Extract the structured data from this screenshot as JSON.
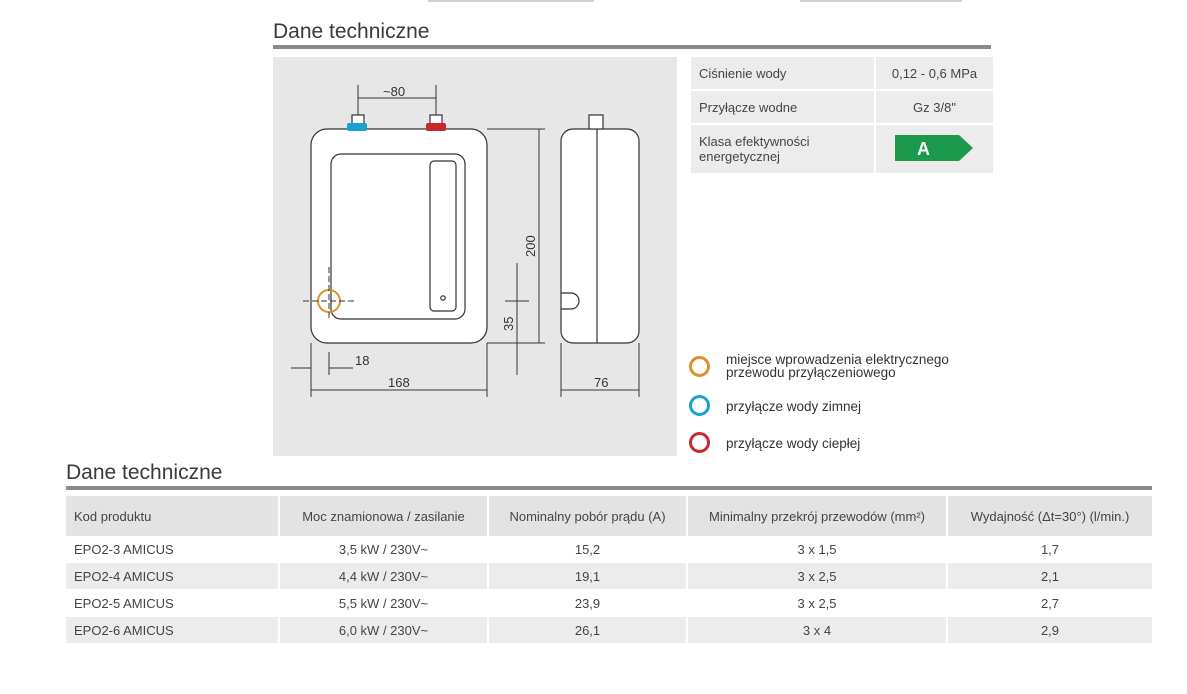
{
  "section1_title": "Dane techniczne",
  "section2_title": "Dane techniczne",
  "diagram": {
    "dim_width_top": "~80",
    "dim_height": "200",
    "dim_35": "35",
    "dim_18": "18",
    "dim_168": "168",
    "dim_76": "76"
  },
  "spec_rows": [
    {
      "label": "Ciśnienie wody",
      "value": "0,12 - 0,6 MPa"
    },
    {
      "label": "Przyłącze wodne",
      "value": "Gz 3/8\""
    },
    {
      "label": "Klasa efektywności energetycznej",
      "value": "A"
    }
  ],
  "energy_class_color": "#1a9a4a",
  "legend": [
    {
      "text": "miejsce wprowadzenia elektrycznego przewodu przyłączeniowego",
      "color": "#e0902a"
    },
    {
      "text": "przyłącze wody zimnej",
      "color": "#1aa0d0"
    },
    {
      "text": "przyłącze wody ciepłej",
      "color": "#c8282e"
    }
  ],
  "table": {
    "headers": [
      "Kod produktu",
      "Moc znamionowa / zasilanie",
      "Nominalny pobór prądu (A)",
      "Minimalny przekrój przewodów (mm²)",
      "Wydajność (Δt=30°) (l/min.)"
    ],
    "rows": [
      [
        "EPO2-3 AMICUS",
        "3,5 kW / 230V~",
        "15,2",
        "3 x 1,5",
        "1,7"
      ],
      [
        "EPO2-4 AMICUS",
        "4,4 kW / 230V~",
        "19,1",
        "3 x 2,5",
        "2,1"
      ],
      [
        "EPO2-5 AMICUS",
        "5,5 kW / 230V~",
        "23,9",
        "3 x 2,5",
        "2,7"
      ],
      [
        "EPO2-6 AMICUS",
        "6,0 kW / 230V~",
        "26,1",
        "3 x 4",
        "2,9"
      ]
    ]
  }
}
